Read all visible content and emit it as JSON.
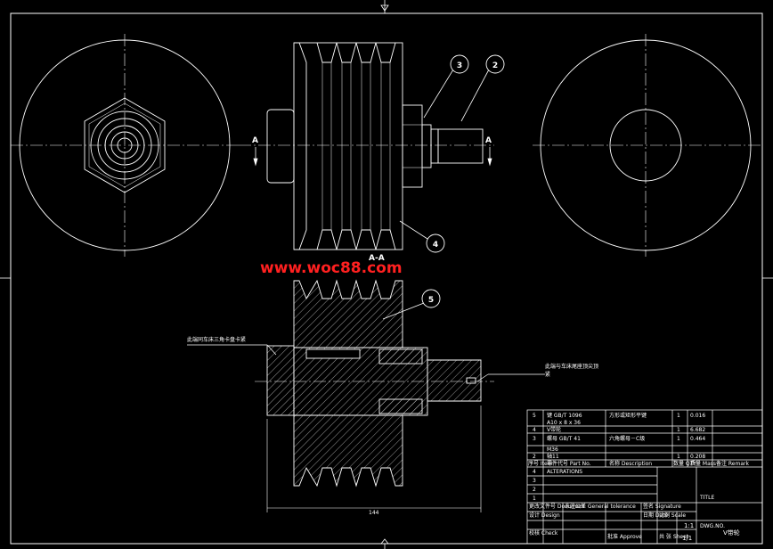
{
  "watermark": "www.woc88.com",
  "section_marks": {
    "left": "A",
    "right": "A",
    "section_title": "A-A"
  },
  "balloons": [
    "3",
    "2",
    "4",
    "5"
  ],
  "annotations": {
    "left_note": "此端同车床三角卡盘卡紧",
    "right_note_line1": "此端与车床尾座顶尖顶",
    "right_note_line2": "紧"
  },
  "dimension": "144",
  "bom": {
    "rows": [
      {
        "no": "5",
        "code": "键 GB/T 1096",
        "code2": "A10 x 8 x 36",
        "name": "方形或矩形平键",
        "qty": "1",
        "mass": "0.016"
      },
      {
        "no": "4",
        "code": "V带轮",
        "code2": "",
        "name": "",
        "qty": "1",
        "mass": "6.682"
      },
      {
        "no": "3",
        "code": "螺母 GB/T 41",
        "code2": "M36",
        "name": "六角螺母－C级",
        "qty": "1",
        "mass": "0.464"
      },
      {
        "no": "2",
        "code": "轴11",
        "code2": "",
        "name": "",
        "qty": "1",
        "mass": "0.208"
      }
    ],
    "header": {
      "no": "序号 Item",
      "code": "零件代号 Part No.",
      "name": "名称 Description",
      "qty": "数量 QTY",
      "mass": "质量 Mass",
      "remark": "备注 Remark"
    },
    "rev_label": "ALTERATIONS",
    "rev_rows": [
      "4",
      "3",
      "2",
      "1"
    ],
    "title_block": {
      "tolerance": "未注公差 General tolerance",
      "change_doc": "更改文件号 Document",
      "signature": "签名 Signature",
      "date": "日期 Date",
      "design": "设计 Design",
      "check": "校核 Check",
      "approve": "批准 Approve",
      "scale_label": "比例 Scale",
      "scale": "1:1",
      "sheet_label": "共 张 Sheet",
      "sheet": "1/1",
      "title_label": "TITLE",
      "dwg_label": "DWG.NO.",
      "dwg_no": "V带轮"
    }
  }
}
